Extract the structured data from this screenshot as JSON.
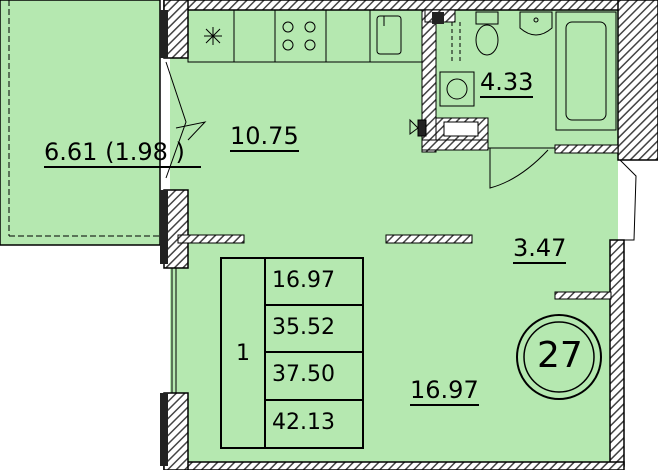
{
  "colors": {
    "room_fill": "#b5e8b0",
    "wall_hatch": "#555555",
    "line": "#000000",
    "background": "#ffffff"
  },
  "rooms": {
    "balcony": {
      "area": "6.61",
      "reduced": "(1.98  )"
    },
    "kitchen": {
      "area": "10.75"
    },
    "bathroom": {
      "area": "4.33"
    },
    "hall": {
      "area": "3.47"
    },
    "living": {
      "area": "16.97"
    }
  },
  "summary": {
    "rooms_count": "1",
    "living_area": "16.97",
    "total_area_no_balcony": "35.52",
    "total_area": "37.50",
    "total_with_balcony": "42.13"
  },
  "apartment_number": "27",
  "icons": [
    "stove-icon",
    "sink-icon",
    "toilet-icon",
    "washbasin-icon",
    "bathtub-icon",
    "washing-machine-icon",
    "door-icon"
  ]
}
